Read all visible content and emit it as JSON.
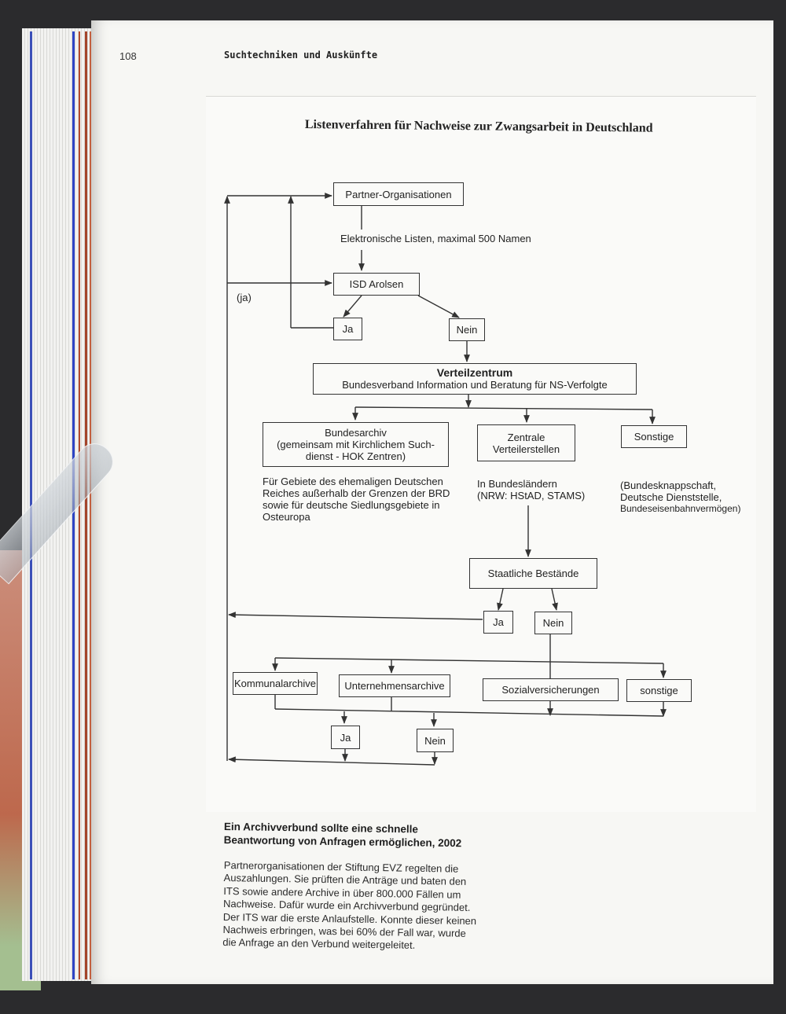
{
  "page": {
    "number": "108",
    "running_head": "Suchtechniken und Auskünfte"
  },
  "diagram": {
    "title": "Listenverfahren für Nachweise zur Zwangsarbeit in Deutschland",
    "partner": "Partner-Organisationen",
    "lists_label": "Elektronische Listen, maximal 500 Namen",
    "isd": "ISD Arolsen",
    "ja_paren": "(ja)",
    "ja_1": "Ja",
    "nein_1": "Nein",
    "verteil_title": "Verteilzentrum",
    "verteil_sub": "Bundesverband Information und Beratung für NS-Verfolgte",
    "bundesarchiv_l1": "Bundesarchiv",
    "bundesarchiv_l2": "(gemeinsam mit Kirchlichem Such-",
    "bundesarchiv_l3": "dienst - HOK Zentren)",
    "bundesarchiv_note_l1": "Für Gebiete des ehemaligen Deutschen",
    "bundesarchiv_note_l2": "Reiches außerhalb der Grenzen der BRD",
    "bundesarchiv_note_l3": "sowie für deutsche Siedlungsgebiete in",
    "bundesarchiv_note_l4": "Osteuropa",
    "zentrale_l1": "Zentrale",
    "zentrale_l2": "Verteilerstellen",
    "zentrale_note_l1": "In Bundesländern",
    "zentrale_note_l2": "(NRW: HStAD, STAMS)",
    "sonstige": "Sonstige",
    "sonstige_note_l1": "(Bundesknappschaft,",
    "sonstige_note_l2": "Deutsche Dienststelle,",
    "sonstige_note_l3": "Bundeseisenbahnvermögen)",
    "staatliche": "Staatliche Bestände",
    "ja_2": "Ja",
    "nein_2": "Nein",
    "kommunal": "Kommunalarchive",
    "unternehmen": "Unternehmensarchive",
    "sozial": "Sozialversicherungen",
    "sonstige_small": "sonstige",
    "ja_3": "Ja",
    "nein_3": "Nein"
  },
  "caption": {
    "title": "Ein Archivverbund sollte eine schnelle Beantwortung von Anfragen ermöglichen, 2002",
    "body": "Partnerorganisationen der Stiftung EVZ regelten die Auszahlungen. Sie prüften die Anträge und baten den ITS sowie andere Archive in über 800.000 Fällen um Nachweise. Dafür wurde ein Archivverbund gegründet. Der ITS war die erste Anlaufstelle. Konnte dieser keinen Nachweis erbringen, was bei 60% der Fall war, wurde die Anfrage an den Verbund weitergeleitet."
  }
}
